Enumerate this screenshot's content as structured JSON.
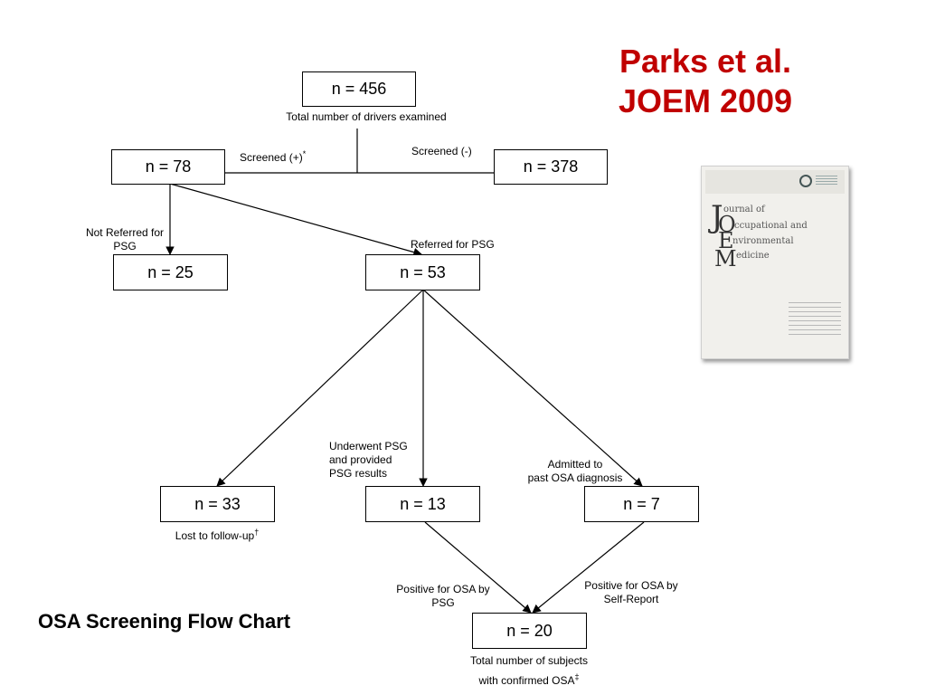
{
  "header": {
    "title_line1": "Parks et al.",
    "title_line2": "JOEM 2009"
  },
  "chart_title": "OSA Screening Flow Chart",
  "boxes": {
    "n456": "n = 456",
    "n78": "n = 78",
    "n378": "n = 378",
    "n25": "n = 25",
    "n53": "n = 53",
    "n33": "n = 33",
    "n13": "n = 13",
    "n7": "n = 7",
    "n20": "n = 20"
  },
  "labels": {
    "total_examined": "Total number of drivers examined",
    "screened_pos": "Screened (+)",
    "screened_pos_mark": "*",
    "screened_neg": "Screened (-)",
    "not_referred_1": "Not Referred for",
    "not_referred_2": "PSG",
    "referred": "Referred for PSG",
    "underwent_1": "Underwent PSG",
    "underwent_2": "and provided",
    "underwent_3": "PSG results",
    "admitted_1": "Admitted to",
    "admitted_2": "past OSA diagnosis",
    "lost": "Lost to follow-up",
    "lost_mark": "†",
    "pos_psg_1": "Positive for OSA by",
    "pos_psg_2": "PSG",
    "pos_self_1": "Positive for OSA by",
    "pos_self_2": "Self-Report",
    "confirmed_1": "Total number of subjects",
    "confirmed_2": "with confirmed OSA",
    "confirmed_mark": "‡"
  },
  "journal_cover": {
    "letters": [
      "J",
      "O",
      "E",
      "M"
    ],
    "lines": [
      "ournal of",
      "ccupational and",
      "nvironmental",
      "edicine"
    ]
  }
}
